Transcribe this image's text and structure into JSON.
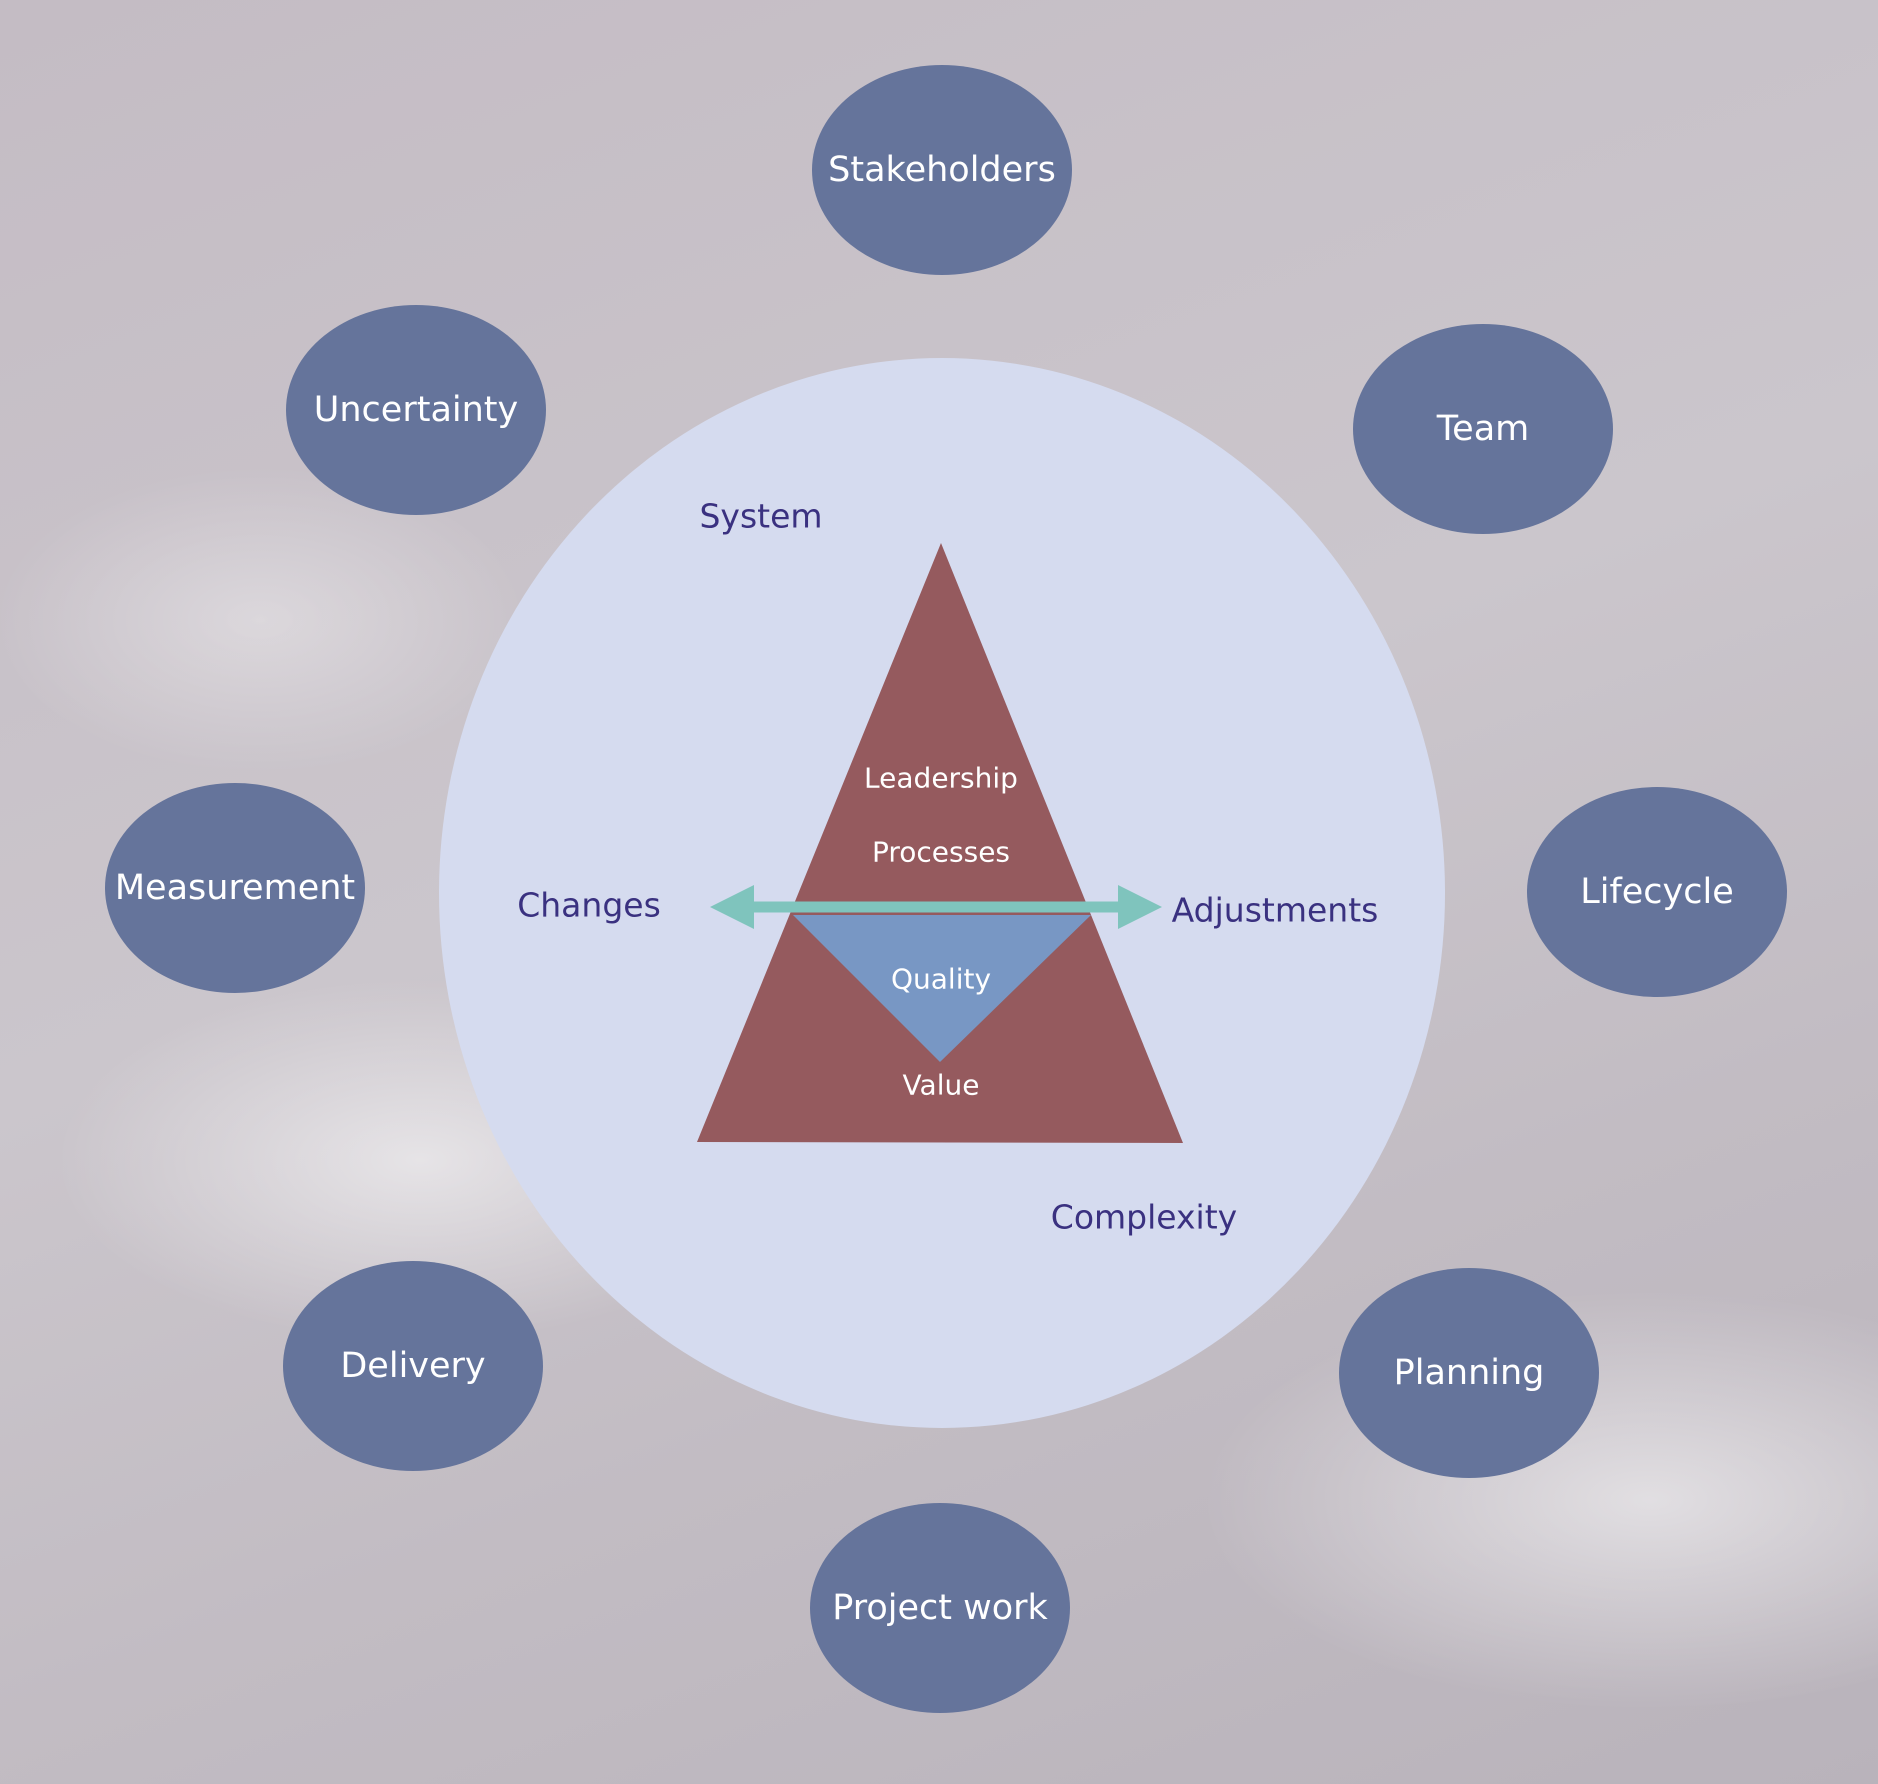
{
  "colors": {
    "bubble_fill": "#65749b",
    "core_fill": "#d5dbef",
    "pyramid_fill": "#955a5e",
    "inner_triangle_fill": "#7897c4",
    "arrow_color": "#7fc4bd",
    "core_text": "#3a3180"
  },
  "outer_elements": {
    "stakeholders": "Stakeholders",
    "team": "Team",
    "lifecycle": "Lifecycle",
    "planning": "Planning",
    "project_work": "Project work",
    "delivery": "Delivery",
    "measurement": "Measurement",
    "uncertainty": "Uncertainty"
  },
  "core": {
    "system": "System",
    "changes": "Changes",
    "adjustments": "Adjustments",
    "complexity": "Complexity"
  },
  "pyramid": {
    "leadership": "Leadership",
    "processes": "Processes",
    "quality": "Quality",
    "value": "Value"
  }
}
